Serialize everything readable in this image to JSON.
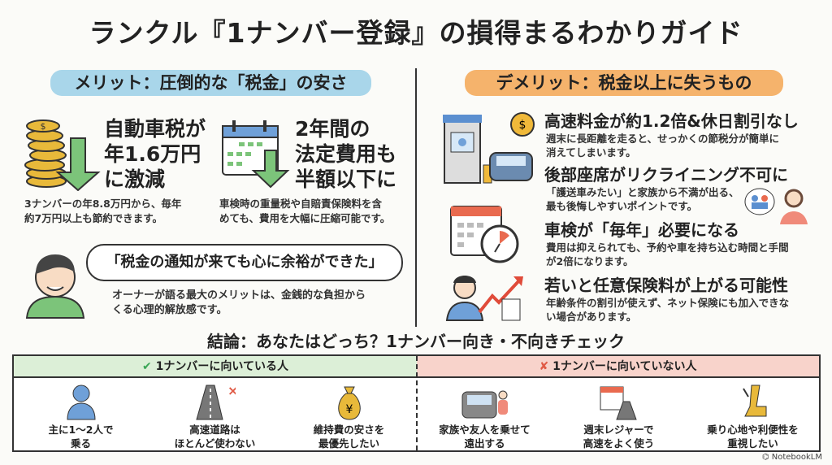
{
  "title": "ランクル『1ナンバー登録』の損得まるわかりガイド",
  "merit": {
    "heading": "メリット：圧倒的な「税金」の安さ",
    "item1": {
      "icon": "coins-down-icon",
      "lines": [
        "自動車税が",
        "年1.6万円",
        "に激減"
      ],
      "desc": [
        "3ナンバーの年8.8万円から、毎年",
        "約7万円以上も節約できます。"
      ]
    },
    "item2": {
      "icon": "calendar-down-icon",
      "lines": [
        "2年間の",
        "法定費用も",
        "半額以下に"
      ],
      "desc": [
        "車検時の重量税や自賠責保険料を含",
        "めても、費用を大幅に圧縮可能です。"
      ]
    },
    "quote": "「税金の通知が来ても心に余裕ができた」",
    "caption": [
      "オーナーが語る最大のメリットは、金銭的な負担から",
      "くる心理的解放感です。"
    ]
  },
  "demerit": {
    "heading": "デメリット：税金以上に失うもの",
    "items": [
      {
        "title": "高速料金が約1.2倍&休日割引なし",
        "desc": [
          "週末に長距離を走ると、せっかくの節税分が簡単に",
          "消えてしまいます。"
        ]
      },
      {
        "title": "後部座席がリクライニング不可に",
        "desc": [
          "「護送車みたい」と家族から不満が出る、",
          "最も後悔しやすいポイントです。"
        ]
      },
      {
        "title": "車検が「毎年」必要になる",
        "desc": [
          "費用は抑えられても、予約や車を持ち込む時間と手間",
          "が2倍になります。"
        ]
      },
      {
        "title": "若いと任意保険料が上がる可能性",
        "desc": [
          "年齢条件の割引が使えず、ネット保険にも加入できな",
          "い場合があります。"
        ]
      }
    ]
  },
  "conclusion": {
    "title": "結論：あなたはどっち？1ナンバー向き・不向きチェック",
    "suited": {
      "header": "1ナンバーに向いている人",
      "color": "#3aa655",
      "items": [
        [
          "主に1〜2人で",
          "乗る"
        ],
        [
          "高速道路は",
          "ほとんど使わない"
        ],
        [
          "維持費の安さを",
          "最優先したい"
        ]
      ]
    },
    "unsuited": {
      "header": "1ナンバーに向いていない人",
      "color": "#e05a45",
      "items": [
        [
          "家族や友人を乗せて",
          "遠出する"
        ],
        [
          "週末レジャーで",
          "高速をよく使う"
        ],
        [
          "乗り心地や利便性を",
          "重視したい"
        ]
      ]
    }
  },
  "brand": "NotebookLM",
  "colors": {
    "merit": "#a9d6ea",
    "demerit": "#f5b36c",
    "suited_bg": "#dcefd7",
    "unsuited_bg": "#f8d3cb"
  }
}
